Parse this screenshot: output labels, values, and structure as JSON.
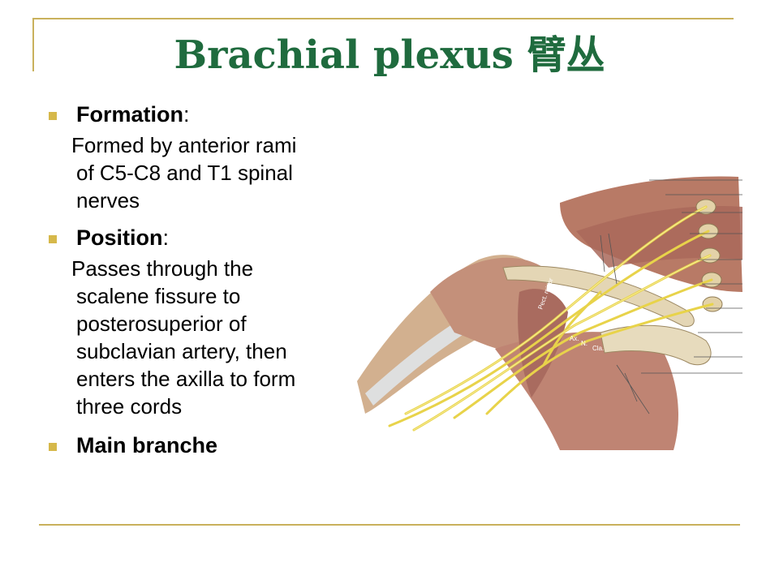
{
  "slide": {
    "title": "Brachial plexus 臂丛",
    "sections": [
      {
        "heading": "Formation",
        "colon": ":",
        "text_lines": [
          "Formed by anterior rami",
          "of C5-C8 and T1 spinal",
          "nerves"
        ]
      },
      {
        "heading": "Position",
        "colon": ":",
        "text_lines": [
          "Passes through the",
          "scalene fissure to",
          "posterosuperior of",
          "subclavian artery,  then",
          "enters the axilla to form",
          "three cords"
        ]
      },
      {
        "heading": "Main branche"
      }
    ],
    "figure": {
      "labels": [
        "Pect. minor",
        "Ax.",
        "N.",
        "Cla."
      ]
    }
  },
  "colors": {
    "title": "#1f6b3e",
    "rule": "#c9b15c",
    "bullet": "#d6b84a"
  }
}
